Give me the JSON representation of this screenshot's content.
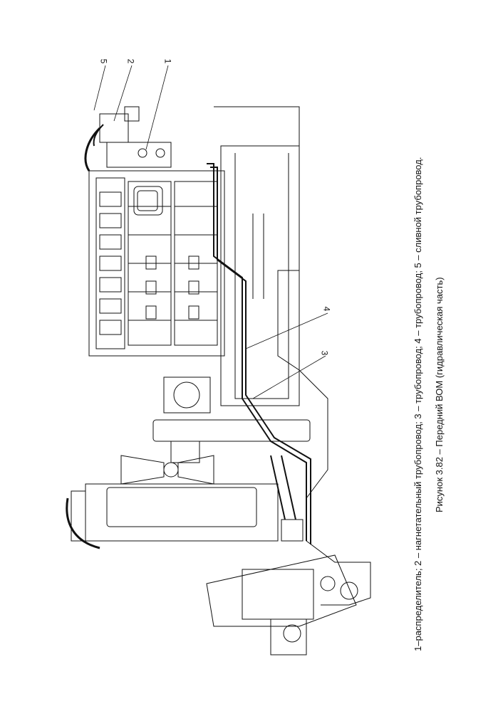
{
  "figure": {
    "callouts": [
      "5",
      "2",
      "1",
      "4",
      "3"
    ],
    "caption_legend": "1–распределитель; 2 – нагнетательный трубопровод; 3 – трубопровод; 4 – трубопровод; 5 – сливной трубопровод.",
    "caption_title": "Рисунок 3.82 – Передний ВОМ (гидравлическая часть)"
  },
  "colors": {
    "ink": "#111111",
    "paper": "#ffffff"
  }
}
